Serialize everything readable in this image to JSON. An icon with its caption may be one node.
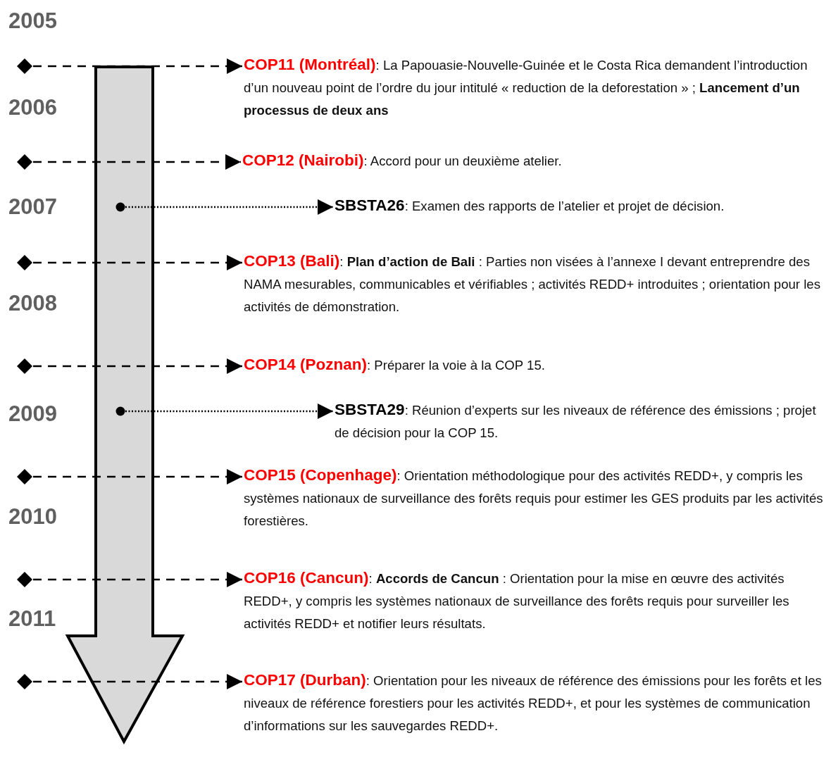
{
  "diagram": {
    "nodes": [
      {
        "text": [],
        "shape": "diamond"
      },
      {
        "text": [
          "COP11 (Montréal)",
          ": La Papouasie-Nouvelle-Guinée et le Costa Rica demandent l’introduction d’un nouveau point de l’ordre du jour intitulé « reduction de la deforestation » ; **Lancement d’un processus de deux ans**"
        ]
      },
      {
        "text": [],
        "shape": "diamond"
      },
      {
        "text": [
          "COP12 (Nairobi)",
          ": Accord pour un deuxième atelier."
        ]
      },
      {
        "text": [],
        "shape": "circle"
      },
      {
        "text": [
          "SBSTA26",
          ": Examen des rapports de l’atelier et projet de décision."
        ]
      },
      {
        "text": [],
        "shape": "diamond"
      },
      {
        "text": [
          "COP13 (Bali)",
          ": **Plan d’action de Bali** : Parties non visées à l’annexe I devant entreprendre des NAMA mesurables, communicables et vérifiables ; activités REDD+ introduites ; orientation pour les activités de démonstration."
        ]
      },
      {
        "text": [],
        "shape": "diamond"
      },
      {
        "text": [
          "COP14 (Poznan)",
          ": Préparer la voie à la COP 15."
        ]
      },
      {
        "text": [],
        "shape": "circle"
      },
      {
        "text": [
          "SBSTA29",
          ": Réunion d’experts sur les niveaux de référence des émissions ; projet de décision pour la COP 15."
        ]
      },
      {
        "text": [],
        "shape": "diamond"
      },
      {
        "text": [
          "COP15 (Copenhage)",
          ": Orientation méthodologique pour des activités REDD+, y compris les systèmes nationaux de surveillance des forêts requis pour estimer les GES produits par les activités forestières."
        ]
      },
      {
        "text": [],
        "shape": "diamond"
      },
      {
        "text": [
          "COP16 (Cancun)",
          ": **Accords de Cancun** : Orientation pour la mise en œuvre des activités REDD+, y compris les systèmes nationaux de surveillance des forêts requis pour surveiller les activités REDD+ et notifier leurs résultats."
        ]
      },
      {
        "text": [],
        "shape": "diamond"
      },
      {
        "text": [
          "COP17 (Durban)",
          ": Orientation pour les niveaux de référence des émissions pour les forêts et les niveaux de référence forestiers pour les activités REDD+, et pour les systèmes de communication d’informations sur les sauvegardes REDD+."
        ]
      }
    ],
    "edges": [
      {
        "from": 0,
        "to": 1,
        "arrow": "to",
        "style": "dashed"
      },
      {
        "from": 2,
        "to": 3,
        "arrow": "to",
        "style": "dashed"
      },
      {
        "from": 4,
        "to": 5,
        "arrow": "to",
        "style": "dashed"
      },
      {
        "from": 6,
        "to": 7,
        "arrow": "to",
        "style": "dashed"
      },
      {
        "from": 8,
        "to": 9,
        "arrow": "to",
        "style": "dashed"
      },
      {
        "from": 10,
        "to": 11,
        "arrow": "to",
        "style": "dashed"
      },
      {
        "from": 12,
        "to": 13,
        "arrow": "to",
        "style": "dashed"
      },
      {
        "from": 14,
        "to": 15,
        "arrow": "to",
        "style": "dashed"
      },
      {
        "from": 16,
        "to": 17,
        "arrow": "to",
        "style": "dashed"
      }
    ],
    "labels": [
      "2005",
      "2006",
      "2007",
      "2008",
      "2009",
      "2010",
      "2011"
    ]
  }
}
